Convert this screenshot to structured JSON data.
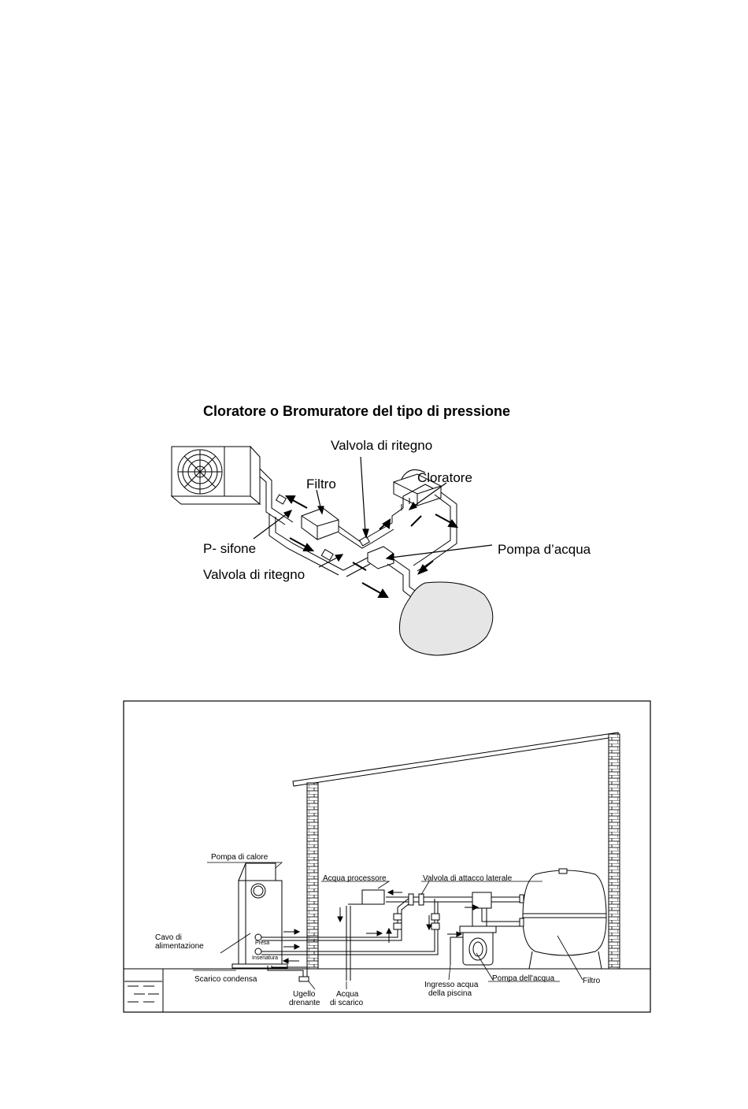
{
  "top_diagram": {
    "title": "Cloratore o Bromuratore del tipo di pressione",
    "labels": {
      "valvola_top": "Valvola di ritegno",
      "cloratore": "Cloratore",
      "filtro": "Filtro",
      "p_sifone": "P- sifone",
      "pompa": "Pompa d’acqua",
      "valvola_bottom": "Valvola di ritegno"
    }
  },
  "bottom_diagram": {
    "labels": {
      "pompa_calore": "Pompa di calore",
      "cavo_line1": "Cavo di",
      "cavo_line2": "alimentazione",
      "presa": "Presa",
      "insenatura": "Insenatura",
      "scarico_condensa": "Scarico condensa",
      "ugello_line1": "Ugello",
      "ugello_line2": "drenante",
      "acqua_scarico_line1": "Acqua",
      "acqua_scarico_line2": "di scarico",
      "acqua_processore": "Acqua processore",
      "valvola_laterale": "Valvola di attacco laterale",
      "ingresso_line1": "Ingresso acqua",
      "ingresso_line2": "della piscina",
      "pompa_acqua": "Pompa dell'acqua",
      "filtro": "Filtro"
    }
  }
}
